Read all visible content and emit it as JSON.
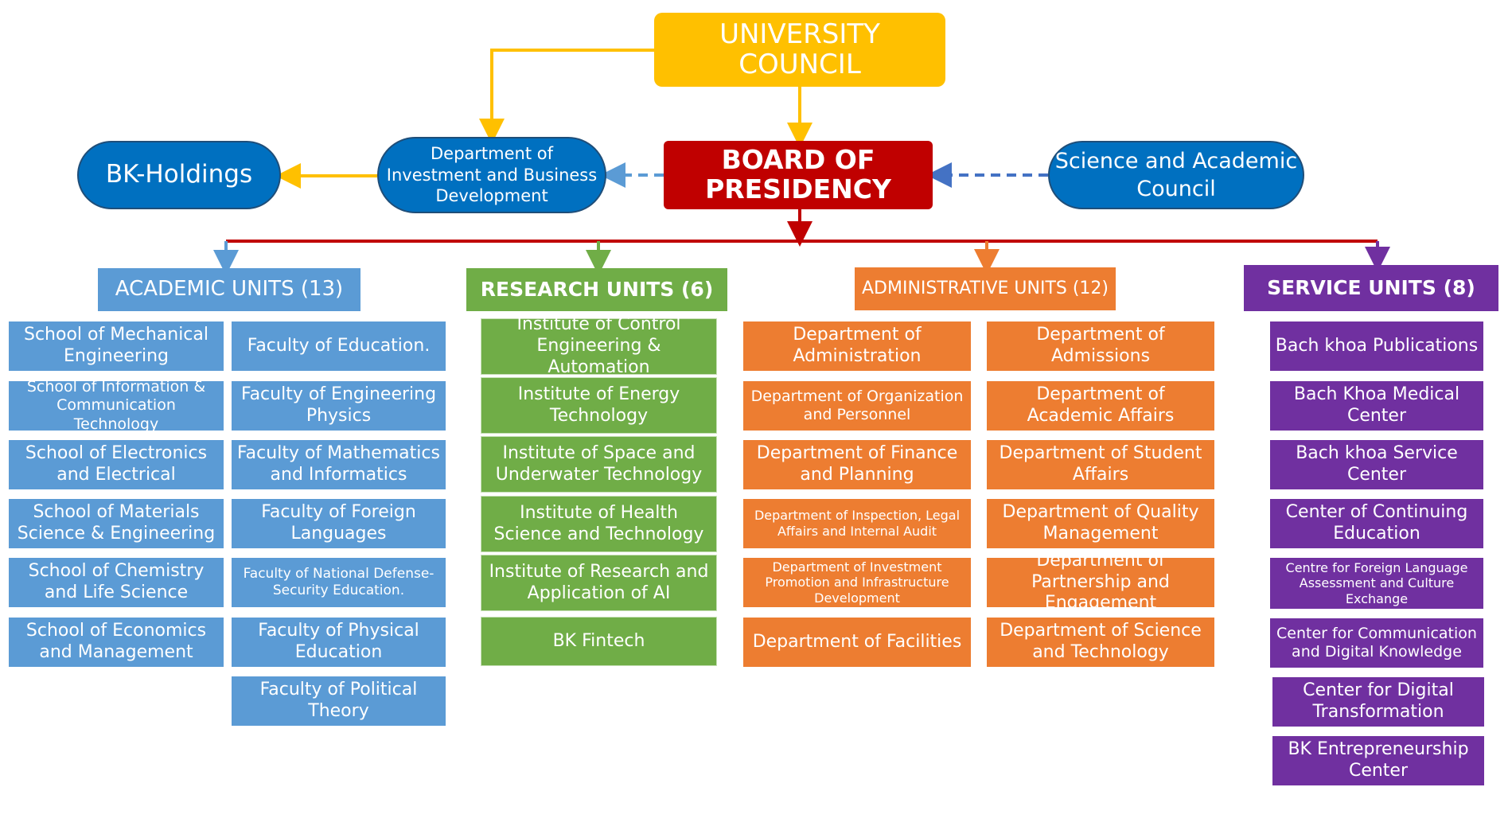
{
  "top": {
    "council": "UNIVERSITY COUNCIL",
    "board": "BOARD OF PRESIDENCY",
    "bk_holdings": "BK-Holdings",
    "investment": "Department of Investment and Business Development",
    "science_council": "Science and Academic Council"
  },
  "headers": {
    "academic": "ACADEMIC UNITS (13)",
    "research": "RESEARCH UNITS (6)",
    "administrative": "ADMINISTRATIVE UNITS (12)",
    "service": "SERVICE UNITS (8)"
  },
  "academic_col1": [
    "School of Mechanical Engineering",
    "School of Information & Communication Technology",
    "School of Electronics and Electrical",
    "School of Materials Science & Engineering",
    "School of Chemistry and Life Science",
    "School of Economics and Management"
  ],
  "academic_col2": [
    "Faculty of Education.",
    "Faculty of Engineering Physics",
    "Faculty of Mathematics and Informatics",
    "Faculty of Foreign Languages",
    "Faculty of National Defense-Security Education.",
    "Faculty of Physical Education",
    "Faculty of Political Theory"
  ],
  "research": [
    "Institute of Control Engineering & Automation",
    "Institute of Energy Technology",
    "Institute of Space and Underwater Technology",
    "Institute of Health Science and Technology",
    "Institute of Research and Application of AI",
    "BK Fintech"
  ],
  "admin_col1": [
    "Department of Administration",
    "Department of Organization and Personnel",
    "Department of Finance and Planning",
    "Department of Inspection, Legal Affairs and Internal Audit",
    "Department of Investment Promotion and Infrastructure Development",
    "Department of Facilities"
  ],
  "admin_col2": [
    "Department of Admissions",
    "Department of Academic Affairs",
    "Department of Student Affairs",
    "Department of Quality Management",
    "Department of Partnership and Engagement",
    "Department of Science and Technology"
  ],
  "service": [
    "Bach khoa Publications",
    "Bach Khoa Medical Center",
    "Bach khoa Service Center",
    "Center of Continuing Education",
    "Centre for Foreign Language Assessment and Culture Exchange",
    "Center for Communication and Digital Knowledge",
    "Center for Digital Transformation",
    "BK Entrepreneurship Center"
  ],
  "colors": {
    "council": "#ffc000",
    "board": "#c00000",
    "pill": "#0070c0",
    "academic": "#5b9bd5",
    "research": "#70ad47",
    "administrative": "#ed7d31",
    "service": "#7030a0"
  }
}
